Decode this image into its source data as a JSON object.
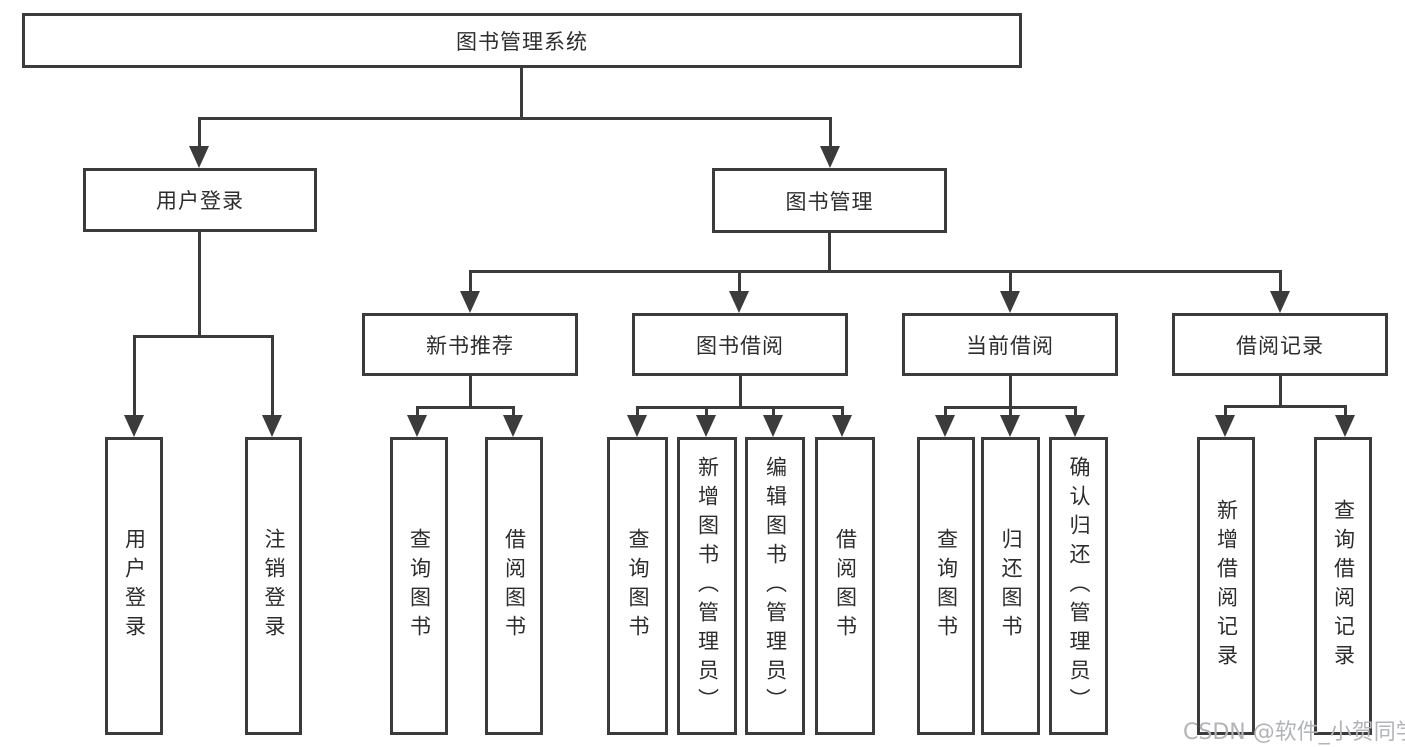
{
  "title": {
    "label": "图书管理系统"
  },
  "level2": {
    "user_login": {
      "label": "用户登录"
    },
    "book_mgmt": {
      "label": "图书管理"
    }
  },
  "level3": {
    "new_books": {
      "label": "新书推荐"
    },
    "borrowing": {
      "label": "图书借阅"
    },
    "current": {
      "label": "当前借阅"
    },
    "records": {
      "label": "借阅记录"
    }
  },
  "leaves": {
    "login": {
      "label": "用户登录"
    },
    "logout": {
      "label": "注销登录"
    },
    "nb_query": {
      "label": "查询图书"
    },
    "nb_borrow": {
      "label": "借阅图书"
    },
    "bw_query": {
      "label": "查询图书"
    },
    "bw_add": {
      "label": "新增图书（管理员）"
    },
    "bw_edit": {
      "label": "编辑图书（管理员）"
    },
    "bw_borrow": {
      "label": "借阅图书"
    },
    "cur_query": {
      "label": "查询图书"
    },
    "cur_return": {
      "label": "归还图书"
    },
    "cur_confirm": {
      "label": "确认归还（管理员）"
    },
    "rec_add": {
      "label": "新增借阅记录"
    },
    "rec_query": {
      "label": "查询借阅记录"
    }
  },
  "watermark": {
    "text": "CSDN @软件_小贺同学"
  },
  "colors": {
    "line": "#3b3b3b",
    "text": "#2d2d2d",
    "watermark": "#b2b4b7",
    "background": "#ffffff"
  }
}
